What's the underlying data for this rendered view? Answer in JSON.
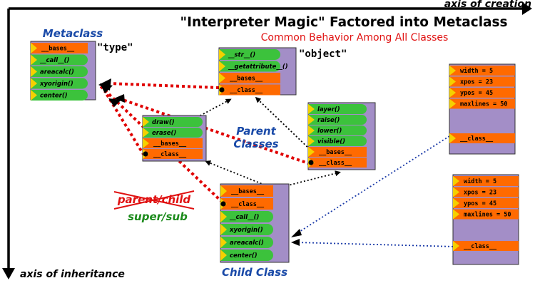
{
  "title": "\"Interpreter Magic\" Factored into Metaclass",
  "subtitle": "Common Behavior Among All Classes",
  "axis_creation": "axis of creation",
  "axis_inheritance": "axis of inheritance",
  "colors": {
    "box_fill": "#a38ec7",
    "method_slot": "#3cc23c",
    "attr_slot": "#ff6a00",
    "arrow_slot": "#f5d000",
    "title_blue": "#1a4aa8",
    "subtitle_red": "#e01010",
    "super_green": "#1a8a1a",
    "red_dotted": "#e00000",
    "blue_dotted": "#1a3aa8"
  },
  "metaclass": {
    "label": "Metaclass",
    "type_label": "\"type\"",
    "slots": [
      "__bases__",
      "__call__()",
      "areacalc()",
      "xyorigin()",
      "center()"
    ]
  },
  "object": {
    "type_label": "\"object\"",
    "slots": [
      "__str__()",
      "__getattribute__()",
      "__bases__",
      "__class__"
    ]
  },
  "mixin_left": {
    "slots": [
      "draw()",
      "erase()",
      "__bases__",
      "__class__"
    ]
  },
  "mixin_right": {
    "slots": [
      "layer()",
      "raise()",
      "lower()",
      "visible()",
      "__bases__",
      "__class__"
    ]
  },
  "parent_label_line1": "Parent",
  "parent_label_line2": "Classes",
  "child": {
    "label": "Child Class",
    "slots": [
      "__bases__",
      "__class__",
      "__call__()",
      "xyorigin()",
      "areacalc()",
      "center()"
    ]
  },
  "instance1": {
    "slots": [
      "width = 5",
      "xpos = 23",
      "ypos = 45",
      "maxlines = 50",
      "__class__"
    ]
  },
  "instance2": {
    "slots": [
      "width = 5",
      "xpos = 23",
      "ypos = 45",
      "maxlines = 50",
      "__class__"
    ]
  },
  "parent_child_label": "parent/child",
  "super_sub_label": "super/sub"
}
